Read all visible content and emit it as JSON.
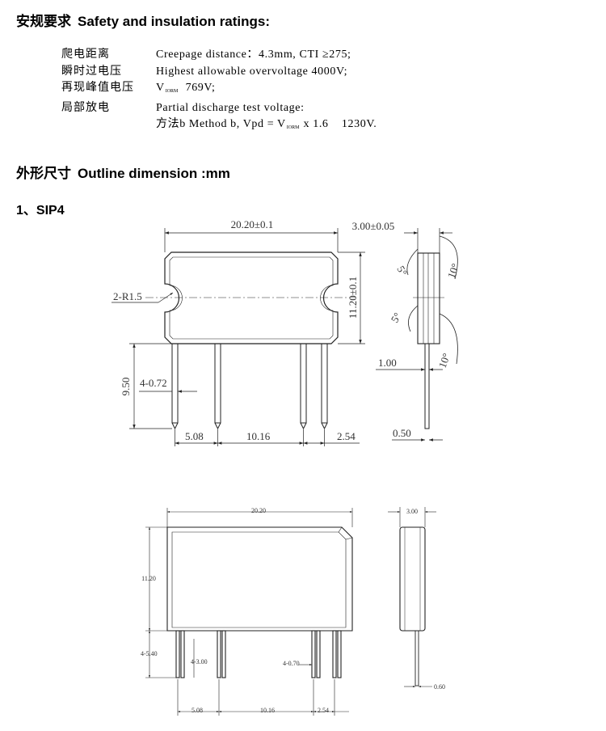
{
  "safety": {
    "heading_cn": "安规要求",
    "heading_en": "Safety and insulation ratings:",
    "rows": [
      {
        "label": "爬电距离",
        "value_a": "Creepage distance：4.3mm, CTI ≥275;",
        "sub": "",
        "value_b": ""
      },
      {
        "label": "瞬时过电压",
        "value_a": "Highest allowable overvoltage  4000V;",
        "sub": "",
        "value_b": ""
      },
      {
        "label": "再现峰值电压",
        "value_a": "V",
        "sub": "IORM",
        "value_b": "  769V;"
      },
      {
        "label": "局部放电",
        "value_a": "Partial discharge test voltage:",
        "sub": "",
        "value_b": ""
      },
      {
        "label": "",
        "value_a": "方法b  Method b, Vpd = V",
        "sub": "IORM",
        "value_b": " x 1.6    1230V."
      }
    ]
  },
  "outline": {
    "heading_cn": "外形尺寸",
    "heading_en": "Outline dimension :mm",
    "sub_heading": "1、SIP4"
  },
  "drawing1": {
    "width": "20.20±0.1",
    "thickness": "3.00±0.05",
    "height": "11.20±0.1",
    "notch": "2-R1.5",
    "pin_count": "4-0.72",
    "pin_length": "9.50",
    "pitch_a": "5.08",
    "pitch_b": "10.16",
    "pitch_c": "2.54",
    "offset": "1.00",
    "pin_thickness": "0.50",
    "angle_a": "5°",
    "angle_b": "10°",
    "angle_c": "5°",
    "angle_d": "10°"
  },
  "drawing2": {
    "width": "20.20",
    "thickness": "3.00",
    "height": "11.20",
    "pin_length_a": "4-5.40",
    "pin_width_a": "4-3.00",
    "pin_width_b": "4-0.70",
    "pitch_a": "5.08",
    "pitch_b": "10.16",
    "pitch_c": "2.54",
    "pin_thickness": "0.60"
  }
}
